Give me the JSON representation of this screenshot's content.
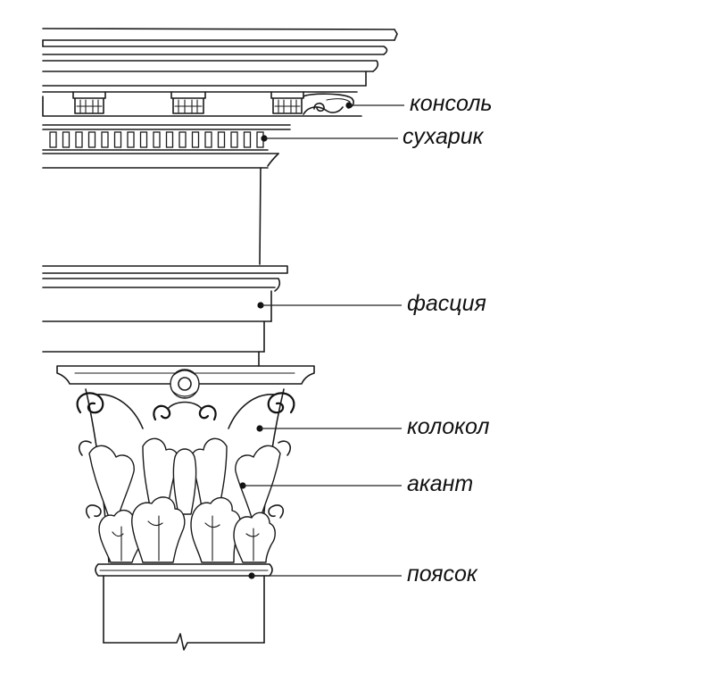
{
  "labels": {
    "console": "консоль",
    "dentil": "сухарик",
    "fascia": "фасция",
    "bell": "колокол",
    "acanthus": "акант",
    "astragal": "поясок"
  },
  "colors": {
    "ink": "#1a1a1a",
    "paper": "#ffffff"
  }
}
